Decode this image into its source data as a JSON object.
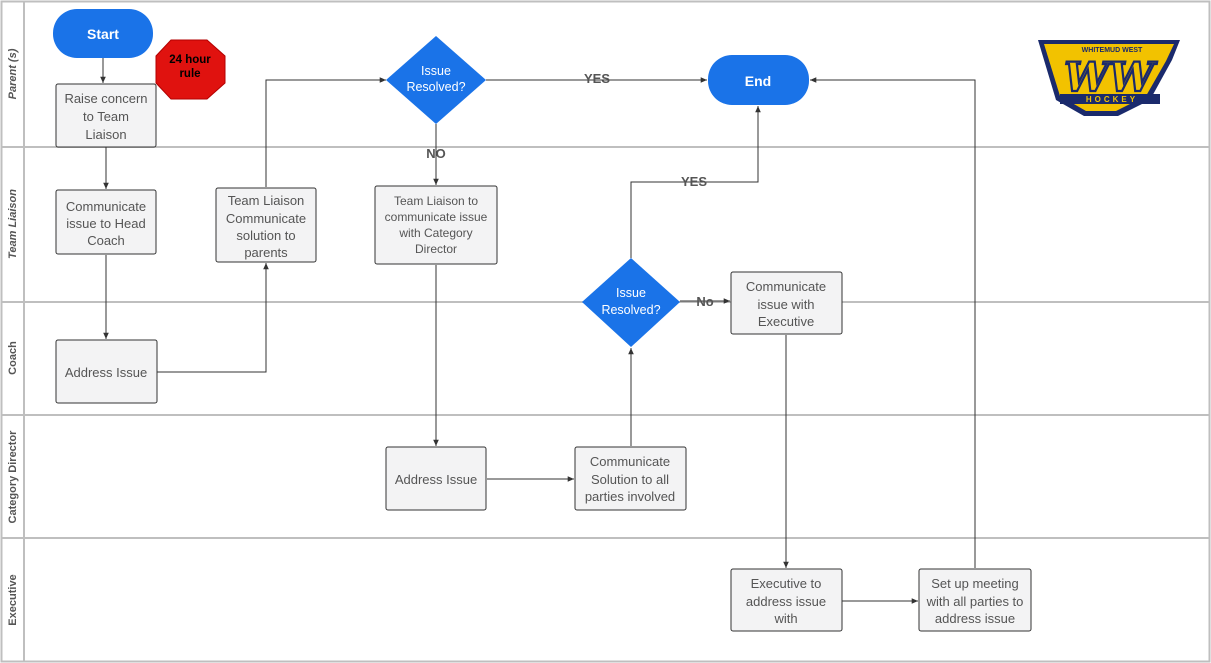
{
  "lanes": [
    "Parent (s)",
    "Team Liaison",
    "Coach",
    "Category Director",
    "Executive"
  ],
  "nodes": {
    "start": "Start",
    "end": "End",
    "rule": [
      "24 hour",
      "rule"
    ],
    "raise": [
      "Raise concern",
      "to Team",
      "Liaison"
    ],
    "comm_head": [
      "Communicate",
      "issue to Head",
      "Coach"
    ],
    "liaison_comm": [
      "Team Liaison",
      "Communicate",
      "solution to",
      "parents"
    ],
    "liaison_cat": [
      "Team Liaison to",
      "communicate issue",
      "with Category",
      "Director"
    ],
    "coach_address": "Address Issue",
    "cat_address": "Address Issue",
    "cat_comm": [
      "Communicate",
      "Solution to all",
      "parties involved"
    ],
    "comm_exec": [
      "Communicate",
      "issue with",
      "Executive"
    ],
    "exec_address": [
      "Executive to",
      "address issue",
      "with"
    ],
    "setup_meeting": [
      "Set up meeting",
      "with all parties to",
      "address issue"
    ],
    "decision1": [
      "Issue",
      "Resolved?"
    ],
    "decision2": [
      "Issue",
      "Resolved?"
    ]
  },
  "edge_labels": {
    "yes1": "YES",
    "no1": "NO",
    "yes2": "YES",
    "no2": "No"
  },
  "logo": {
    "top": "WHITEMUD WEST",
    "letters": "WW",
    "bottom": "HOCKEY"
  },
  "colors": {
    "terminal": "#1a73e8",
    "decision": "#1a73e8",
    "octagon": "#e0120f",
    "box_fill": "#f3f3f4",
    "lane_line": "#bfbfbf"
  }
}
